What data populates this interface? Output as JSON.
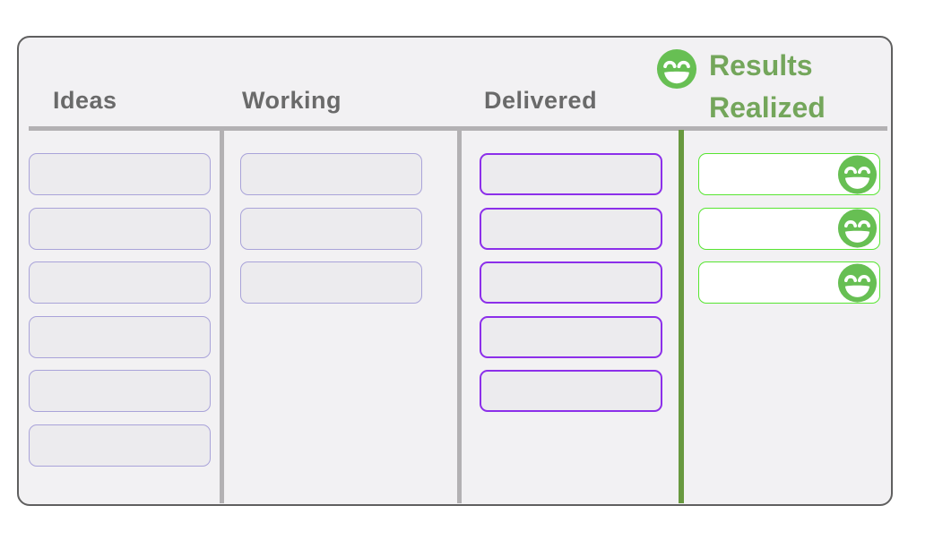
{
  "board": {
    "type": "kanban-whiteboard",
    "columns": [
      {
        "id": "ideas",
        "label": "Ideas",
        "card_count": 6,
        "card_border_color": "#a9a3d9",
        "card_fill": "#ecebee"
      },
      {
        "id": "working",
        "label": "Working",
        "card_count": 3,
        "card_border_color": "#a9a3d9",
        "card_fill": "#ecebee"
      },
      {
        "id": "delivered",
        "label": "Delivered",
        "card_count": 5,
        "card_border_color": "#8c2fea",
        "card_fill": "#ecebee"
      },
      {
        "id": "results-realized",
        "label_line1": "Results",
        "label_line2": "Realized",
        "card_count": 3,
        "card_border_color": "#57e531",
        "card_fill": "#ffffff",
        "header_icon": "grinning-smiley-icon",
        "card_icon": "grinning-smiley-icon"
      }
    ],
    "colors": {
      "board_background": "#f2f1f3",
      "board_border": "#5f5f5f",
      "header_text_gray": "#6a6a6a",
      "header_text_green": "#74a65b",
      "smiley_green": "#67bf53",
      "divider_gray": "#b3b1b3",
      "divider_green": "#68993f"
    }
  }
}
